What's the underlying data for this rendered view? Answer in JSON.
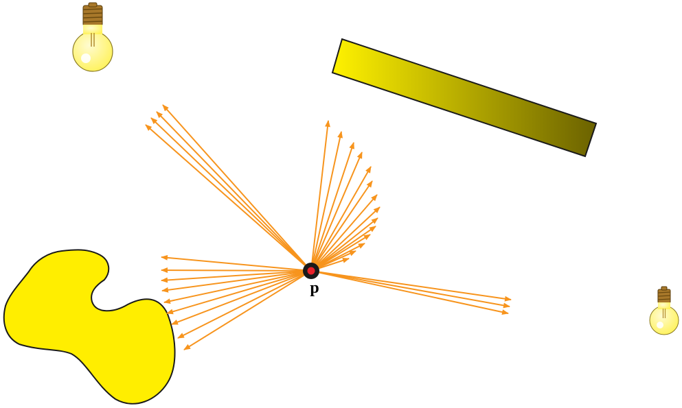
{
  "diagram": {
    "point_label": "p",
    "colors": {
      "ray": "#f7941d",
      "point_fill": "#e8202a",
      "point_ring": "#1a1a1a",
      "blob_fill": "#ffee00",
      "outline": "#1a1a1a",
      "panel_gradient_start": "#fff200",
      "panel_gradient_end": "#6b6200",
      "bulb_glass": "#fff25a",
      "bulb_base": "#a8782a"
    },
    "objects": {
      "light_sources": [
        {
          "name": "light-bulb-top-left-icon"
        },
        {
          "name": "light-bulb-right-icon"
        }
      ],
      "occluders": [
        {
          "name": "yellow-panel"
        },
        {
          "name": "yellow-blob"
        }
      ]
    }
  }
}
